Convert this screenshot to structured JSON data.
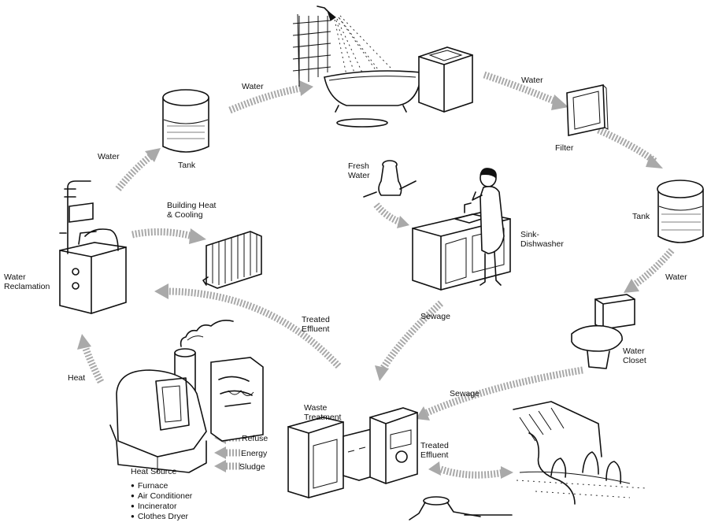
{
  "labels": {
    "water_top": "Water",
    "water_tr": "Water",
    "filter": "Filter",
    "tank_left": "Tank",
    "tank_right": "Tank",
    "water_right": "Water",
    "water_closet_1": "Water",
    "water_closet_2": "Closet",
    "sewage_right": "Sewage",
    "sewage_center": "Sewage",
    "treated_effluent_center_1": "Treated",
    "treated_effluent_center_2": "Effluent",
    "treated_effluent_bottom_1": "Treated",
    "treated_effluent_bottom_2": "Effluent",
    "waste_treatment_1": "Waste",
    "waste_treatment_2": "Treatment",
    "fresh_water_1": "Fresh",
    "fresh_water_2": "Water",
    "sink_dishwasher_1": "Sink-",
    "sink_dishwasher_2": "Dishwasher",
    "building_heat_1": "Building Heat",
    "building_heat_2": "& Cooling",
    "water_left": "Water",
    "water_reclamation_1": "Water",
    "water_reclamation_2": "Reclamation",
    "heat": "Heat",
    "refuse": "Refuse",
    "energy": "Energy",
    "sludge": "Sludge",
    "heat_source": "Heat Source"
  },
  "heat_source_items": [
    "Furnace",
    "Air Conditioner",
    "Incinerator",
    "Clothes Dryer"
  ]
}
